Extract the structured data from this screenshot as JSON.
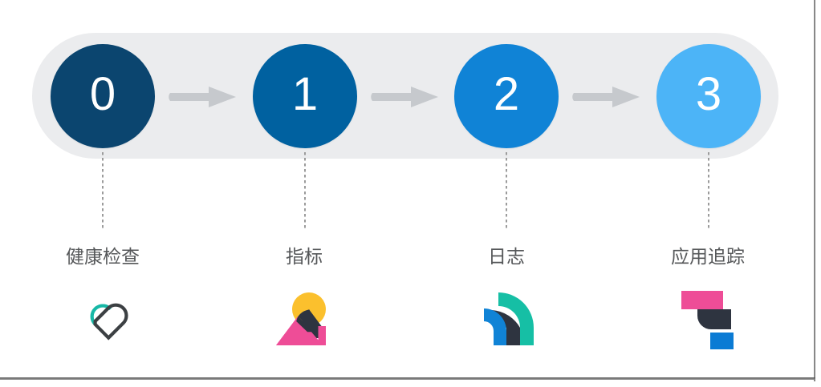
{
  "diagram": {
    "title_visible": false,
    "track_color": "#ebecee",
    "background": "#ffffff",
    "stages": [
      {
        "number": "0",
        "label": "健康检查",
        "circle_color": "#0b456f",
        "number_color": "#ffffff",
        "icon_name": "heart-pulse-icon",
        "icon_colors": [
          "#3c4043",
          "#17b8a6"
        ]
      },
      {
        "number": "1",
        "label": "指标",
        "circle_color": "#0061a0",
        "number_color": "#ffffff",
        "icon_name": "mountain-sun-icon",
        "icon_colors": [
          "#fbc02d",
          "#2e3440",
          "#ee4d97"
        ]
      },
      {
        "number": "2",
        "label": "日志",
        "circle_color": "#1083d6",
        "number_color": "#ffffff",
        "icon_name": "signal-waves-icon",
        "icon_colors": [
          "#1083d6",
          "#2e3440",
          "#16bfa5"
        ]
      },
      {
        "number": "3",
        "label": "应用追踪",
        "circle_color": "#4cb4f7",
        "number_color": "#ffffff",
        "icon_name": "stacked-blocks-icon",
        "icon_colors": [
          "#ee4d97",
          "#2e3440",
          "#0b7bd4"
        ]
      }
    ],
    "arrows": [
      {
        "name": "arrow-0-to-1",
        "color": "#c6c9cd"
      },
      {
        "name": "arrow-1-to-2",
        "color": "#c6c9cd"
      },
      {
        "name": "arrow-2-to-3",
        "color": "#c6c9cd"
      }
    ],
    "connectors": [
      {
        "name": "connector-0",
        "color": "#9b9b9b",
        "style": "dotted"
      },
      {
        "name": "connector-1",
        "color": "#9b9b9b",
        "style": "dotted"
      },
      {
        "name": "connector-2",
        "color": "#9b9b9b",
        "style": "dotted"
      },
      {
        "name": "connector-3",
        "color": "#9b9b9b",
        "style": "dotted"
      }
    ],
    "label_color": "#555759"
  }
}
